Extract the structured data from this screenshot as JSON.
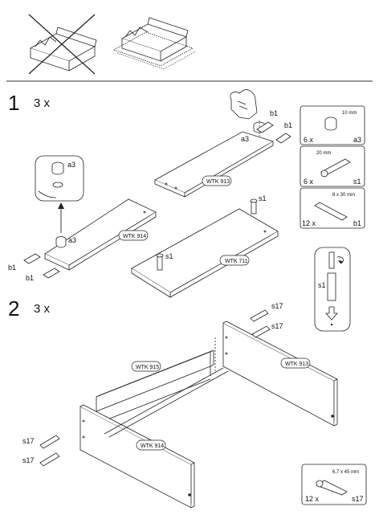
{
  "step1": {
    "number": "1",
    "count": "3 x"
  },
  "step2": {
    "number": "2",
    "count": "3 x"
  },
  "panels": {
    "wtk913_top": "WTK 913",
    "wtk914_top": "WTK 914",
    "wtk711": "WTK 711",
    "wtk915": "WTK 915",
    "wtk913_right": "WTK 913",
    "wtk914_front": "WTK 914"
  },
  "part_labels": {
    "a3": "a3",
    "b1": "b1",
    "s1": "s1",
    "s17": "s17"
  },
  "hardware_boxes": [
    {
      "qty": "6 x",
      "dimension": "10 mm",
      "code": "a3"
    },
    {
      "qty": "6 x",
      "dimension": "20 mm",
      "code": "s1"
    },
    {
      "qty": "12 x",
      "dimension": "8 x 30 mm",
      "code": "b1"
    },
    {
      "qty": "12 x",
      "dimension": "6,7 x 45 mm",
      "code": "s17"
    }
  ],
  "detail_inset": {
    "code": "a3"
  },
  "side_inset": {
    "code": "s1"
  }
}
